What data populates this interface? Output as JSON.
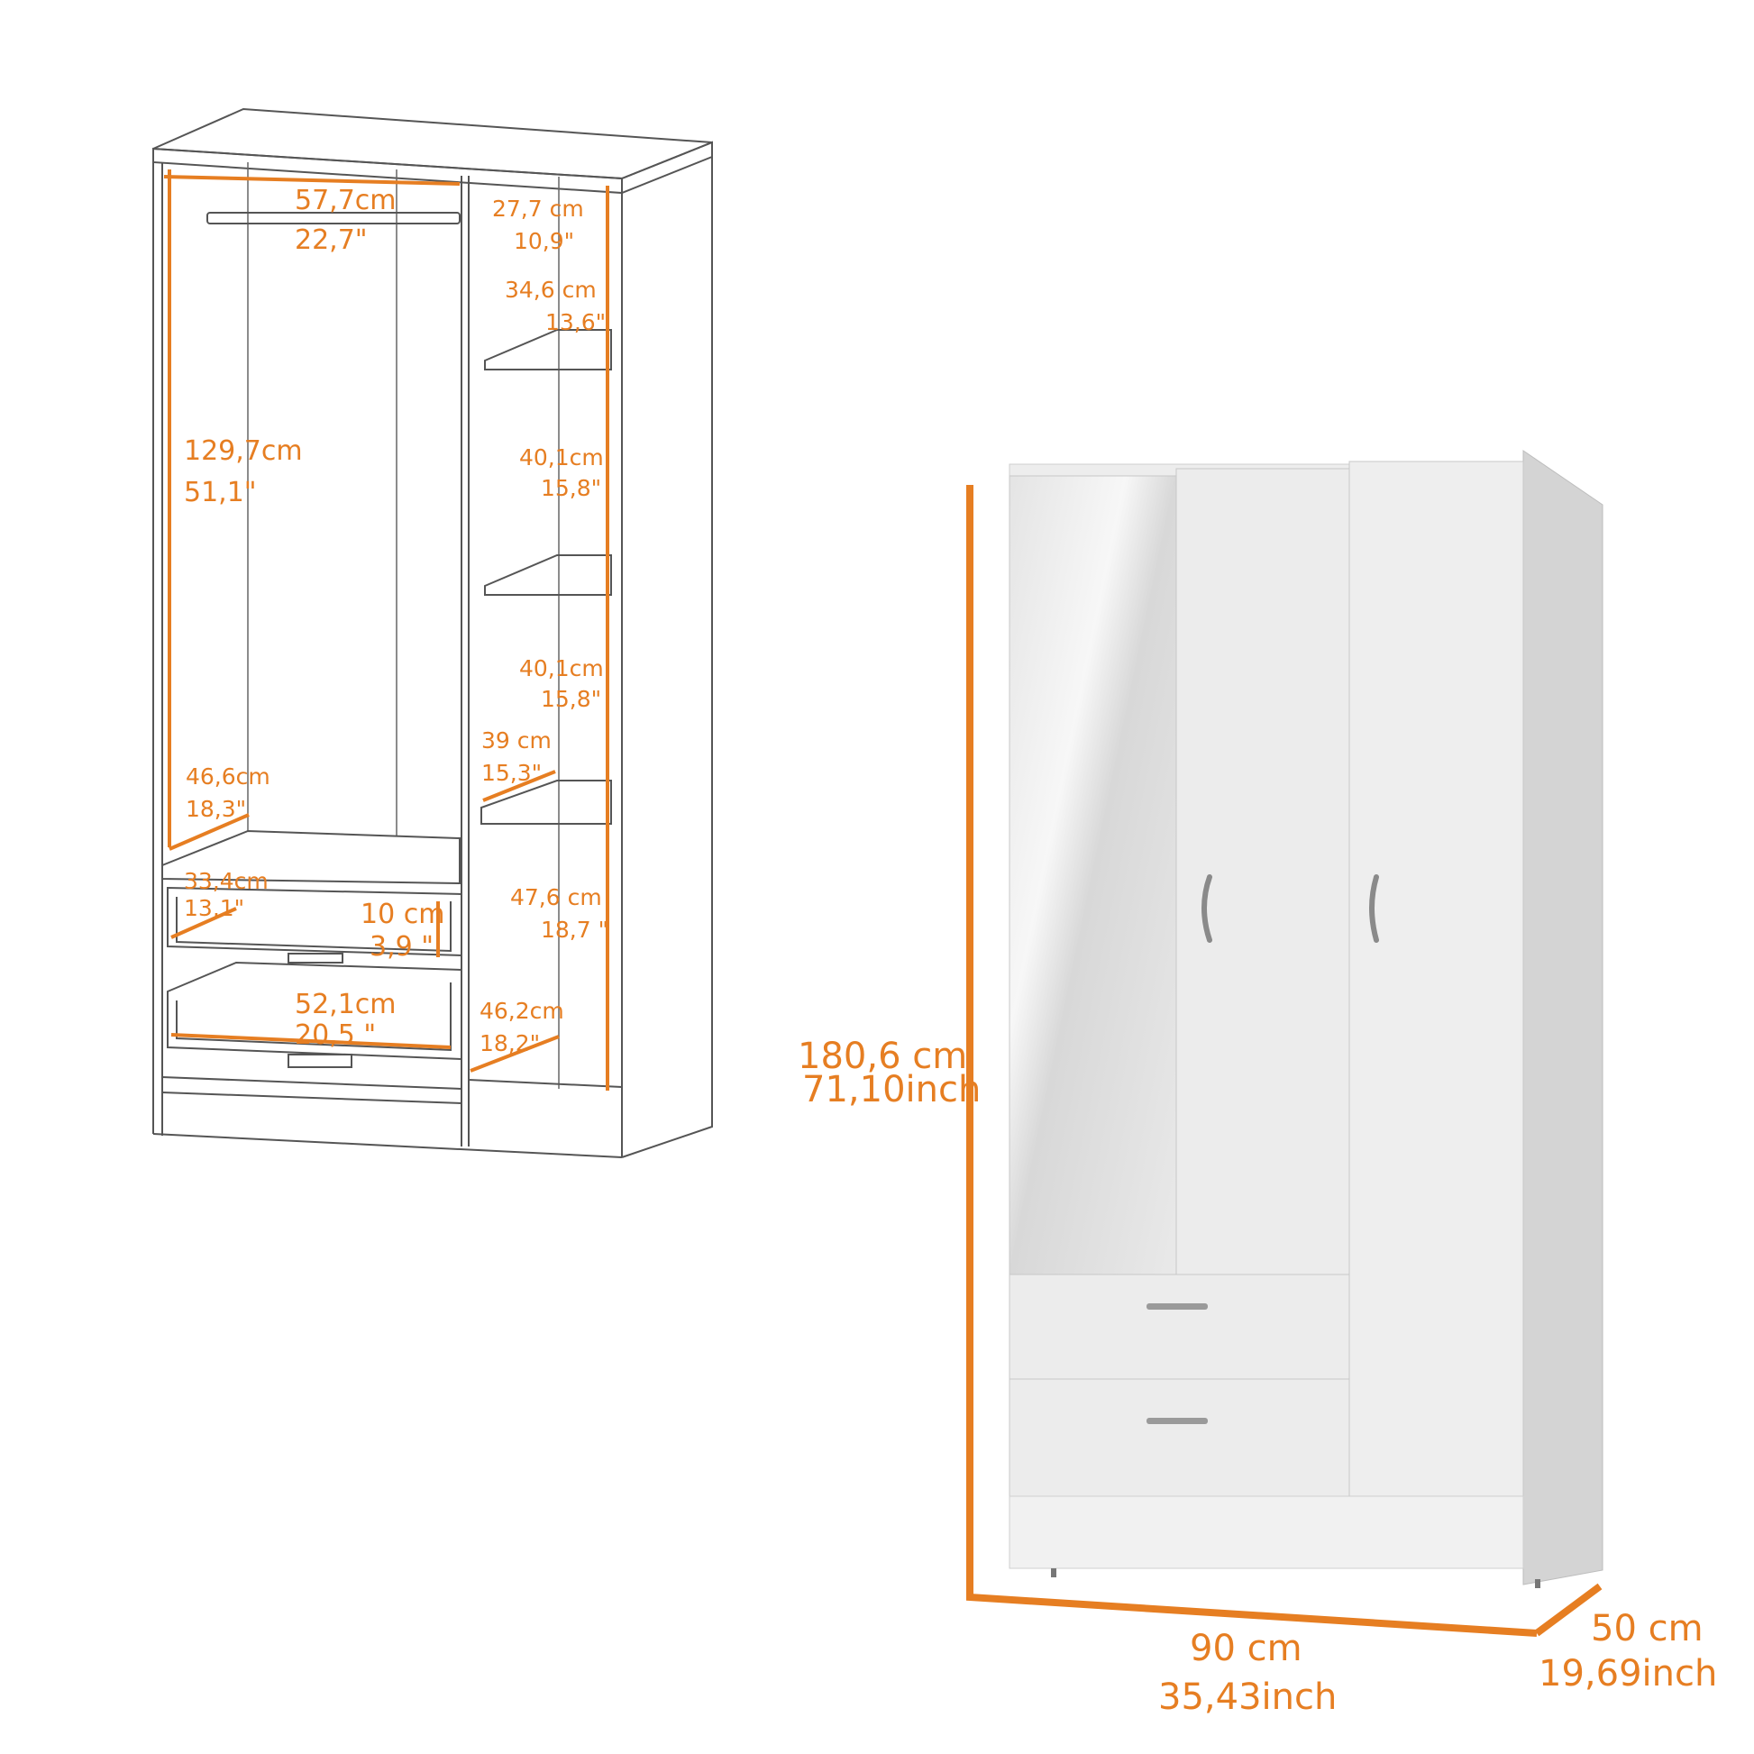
{
  "colors": {
    "accent": "#e67e22",
    "outline": "#555555",
    "panel": "#ededed",
    "panel_side": "#d4d4d4",
    "mirror": "#dcdcdc"
  },
  "interior_labels": {
    "hanging_width_cm": "57,7cm",
    "hanging_width_in": "22,7\"",
    "top_shelf_cm": "27,7 cm",
    "top_shelf_in": "10,9\"",
    "shelf1_cm": "34,6 cm",
    "shelf1_in": "13,6\"",
    "hanging_height_cm": "129,7cm",
    "hanging_height_in": "51,1\"",
    "shelf2_cm": "40,1cm",
    "shelf2_in": "15,8\"",
    "shelf3_cm": "40,1cm",
    "shelf3_in": "15,8\"",
    "shelf_depth_cm": "39 cm",
    "shelf_depth_in": "15,3\"",
    "hanging_depth_cm": "46,6cm",
    "hanging_depth_in": "18,3\"",
    "drawer_depth_cm": "33,4cm",
    "drawer_depth_in": "13,1\"",
    "drawer_height_cm": "10 cm",
    "drawer_height_in": "3,9 \"",
    "bottom_shelf_cm": "47,6 cm",
    "bottom_shelf_in": "18,7 \"",
    "drawer_width_cm": "52,1cm",
    "drawer_width_in": "20,5 \"",
    "bottom_depth_cm": "46,2cm",
    "bottom_depth_in": "18,2\""
  },
  "exterior_labels": {
    "height_cm": "180,6 cm",
    "height_in": "71,10inch",
    "width_cm": "90 cm",
    "width_in": "35,43inch",
    "depth_cm": "50 cm",
    "depth_in": "19,69inch"
  }
}
